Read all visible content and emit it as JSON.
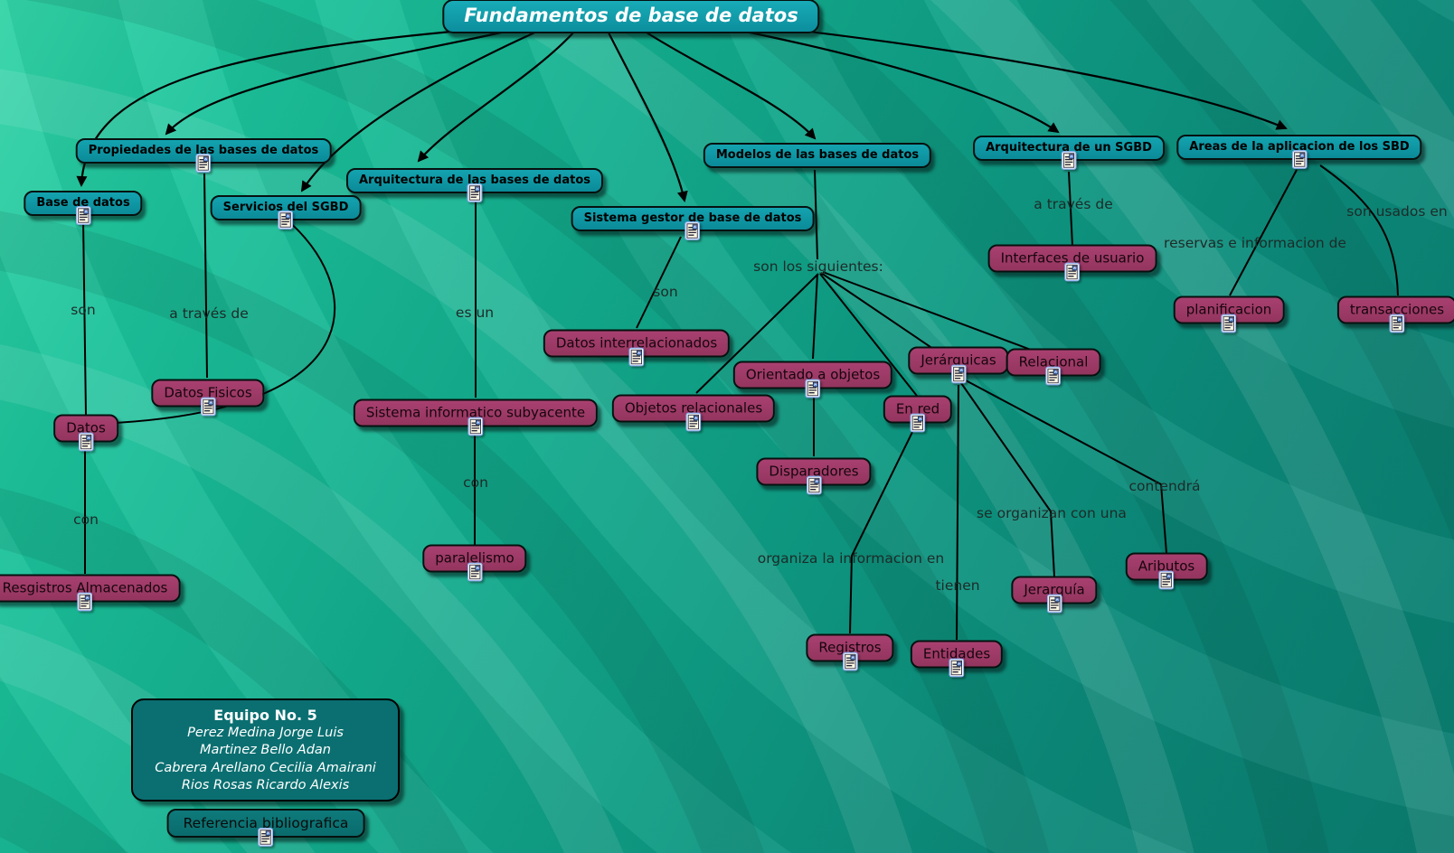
{
  "root": {
    "label": "Fundamentos de base de datos"
  },
  "concepts": {
    "propiedades": "Propiedades de las bases de datos",
    "base_datos": "Base de datos",
    "servicios": "Servicios del SGBD",
    "arquitectura_bd": "Arquitectura de las bases de datos",
    "sistema_gestor": "Sistema gestor de base de datos",
    "modelos": "Modelos de las bases de datos",
    "arquitectura_sgbd": "Arquitectura de un SGBD",
    "areas": "Areas de la aplicacion de los SBD",
    "interfaces": "Interfaces de usuario",
    "planificacion": "planificacion",
    "transacciones": "transacciones",
    "datos_fisicos": "Datos Fisicos",
    "datos": "Datos",
    "resgistros_almacenados": "Resgistros Almacenados",
    "sistema_informatico": "Sistema informatico subyacente",
    "paralelismo": "paralelismo",
    "datos_interrelacionados": "Datos interrelacionados",
    "objetos_relacionales": "Objetos relacionales",
    "orientado_objetos": "Orientado a objetos",
    "disparadores": "Disparadores",
    "en_red": "En red",
    "jerarquicas": "Jerárquicas",
    "relacional": "Relacional",
    "jerarquia": "Jerarquía",
    "aributos": "Aributos",
    "registros": "Registros",
    "entidades": "Entidades",
    "referencia": "Referencia bibliografica"
  },
  "link_labels": {
    "son_left": "son",
    "a_traves_left": "a través de",
    "con_left": "con",
    "es_un": "es un",
    "con_mid": "con",
    "son_mid": "son",
    "son_los_siguientes": "son los siguientes:",
    "a_traves_right": "a través de",
    "reservas": "reservas e informacion de",
    "son_usados_en": "son usados en",
    "organiza": "organiza la informacion en",
    "tienen": "tienen",
    "se_organizan": "se organizan con una",
    "contendra": "contendrá"
  },
  "credits": {
    "title": "Equipo No. 5",
    "members": [
      "Perez Medina Jorge Luis",
      "Martinez Bello Adan",
      "Cabrera Arellano Cecilia Amairani",
      "Rios Rosas Ricardo Alexis"
    ]
  },
  "colors": {
    "teal_node": "#0d96a2",
    "pink_node": "#9d3a66",
    "credits_box": "#0b6f71",
    "background_light": "#33d4a7",
    "background_dark": "#0a7c6f",
    "line": "#000000"
  }
}
